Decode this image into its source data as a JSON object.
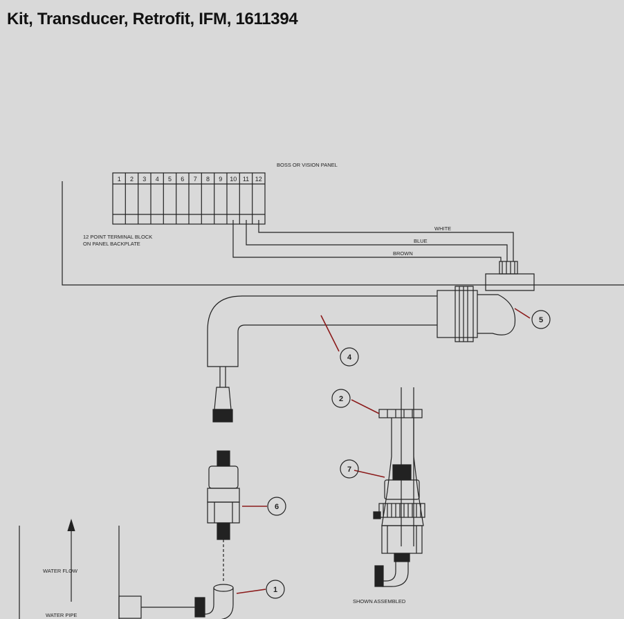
{
  "title": "Kit, Transducer, Retrofit, IFM, 1611394",
  "labels": {
    "panel": "BOSS OR VISION PANEL",
    "block_line1": "12 POINT TERMINAL BLOCK",
    "block_line2": "ON PANEL BACKPLATE",
    "wire_white": "WHITE",
    "wire_blue": "BLUE",
    "wire_brown": "BROWN",
    "water_flow": "WATER FLOW",
    "water_pipe": "WATER PIPE",
    "assembled": "SHOWN ASSEMBLED"
  },
  "terminals": [
    "1",
    "2",
    "3",
    "4",
    "5",
    "6",
    "7",
    "8",
    "9",
    "10",
    "11",
    "12"
  ],
  "balloons": [
    "1",
    "2",
    "4",
    "5",
    "6",
    "7"
  ],
  "colors": {
    "background": "#d9d9d9",
    "line": "#222222",
    "leader": "#8b1a1a"
  }
}
